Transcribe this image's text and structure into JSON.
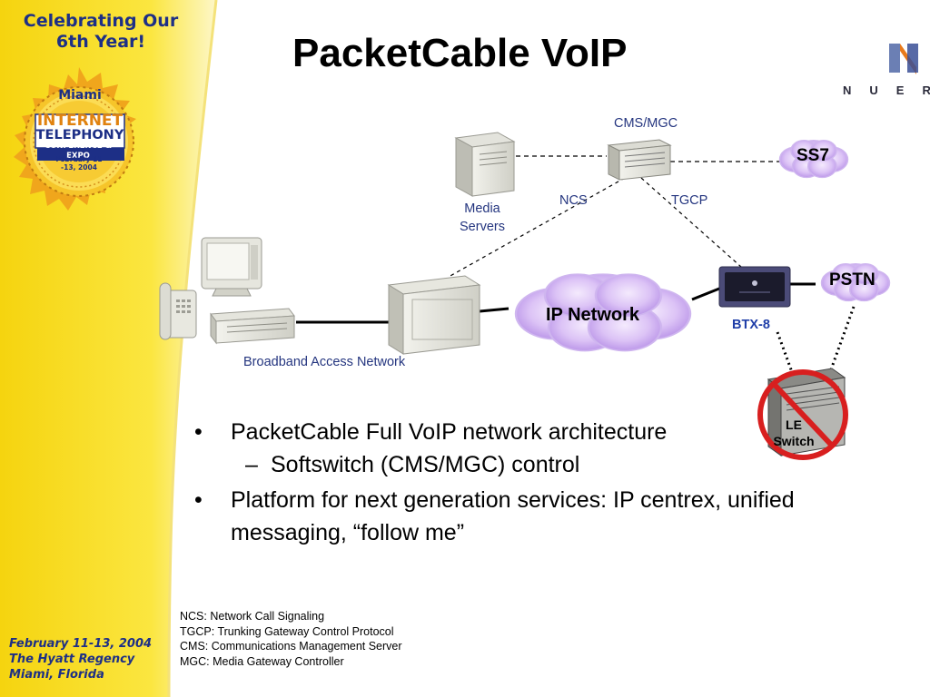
{
  "sidebar": {
    "banner": "Celebrating Our 6th Year!",
    "badge_city": "Miami",
    "badge_line1": "INTERNET",
    "badge_line2": "TELEPHONY",
    "badge_line3": "CONFERENCE & EXPO",
    "badge_dates": "February 11 -13, 2004",
    "event_dates": "February 11-13, 2004",
    "venue": "The Hyatt Regency",
    "location": "Miami, Florida"
  },
  "title": "PacketCable VoIP",
  "logo": {
    "text": "NUER"
  },
  "diagram": {
    "cms_mgc_label": "CMS/MGC",
    "media_servers_label": "Media Servers",
    "ncs_label": "NCS",
    "tgcp_label": "TGCP",
    "ss7_label": "SS7",
    "pstn_label": "PSTN",
    "ip_network_label": "IP Network",
    "btx8_label": "BTX-8",
    "broadband_label": "Broadband Access Network",
    "le_switch_label": "LE Switch"
  },
  "bullets": {
    "item1": "PacketCable Full VoIP network architecture",
    "sub1": "Softswitch (CMS/MGC) control",
    "item2": "Platform for next generation services: IP centrex, unified messaging, “follow me”"
  },
  "footnotes": {
    "ncs": "NCS: Network Call Signaling",
    "tgcp": "TGCP: Trunking Gateway Control Protocol",
    "cms": "CMS: Communications Management Server",
    "mgc": "MGC: Media Gateway Controller"
  },
  "colors": {
    "sidebar_yellow": "#f7dd17",
    "sidebar_text": "#1d2f86",
    "diagram_label": "#24357f",
    "cloud_fill": "#d4b8f4",
    "prohibited_red": "#d81f1f"
  }
}
